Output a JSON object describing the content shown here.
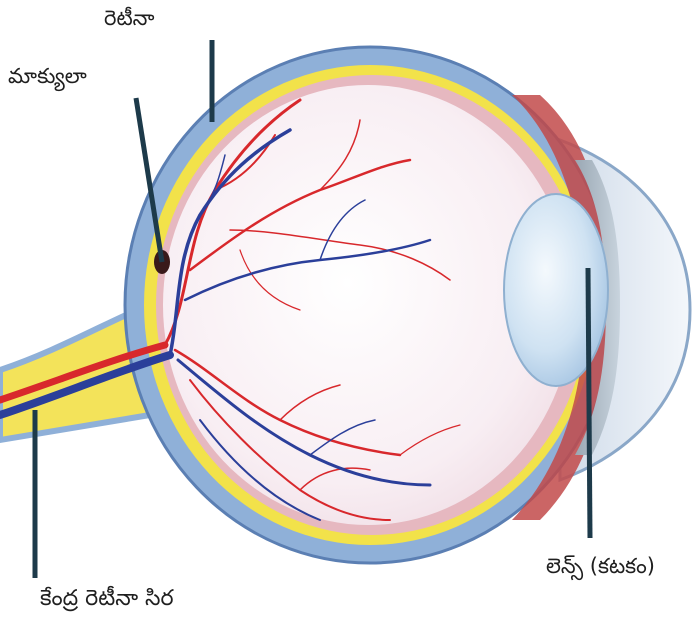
{
  "labels": {
    "retina": "రెటీనా",
    "macula": "మాక్యులా",
    "central_retinal_vein": "కేంద్ర రెటీనా సిర",
    "lens": "లెన్స్ (కటకం)"
  },
  "colors": {
    "sclera": "#8fb0d8",
    "sclera_outline": "#5b7fb3",
    "retina_yellow": "#f2e24a",
    "choroid_red": "#c24a4a",
    "vitreous": "#f7eef3",
    "artery": "#d8282c",
    "vein": "#2b3f9a",
    "lens": "#bcd8ef",
    "cornea": "#e6eef6",
    "optic_nerve": "#f3e35a",
    "pointer": "#1d3a4a"
  }
}
